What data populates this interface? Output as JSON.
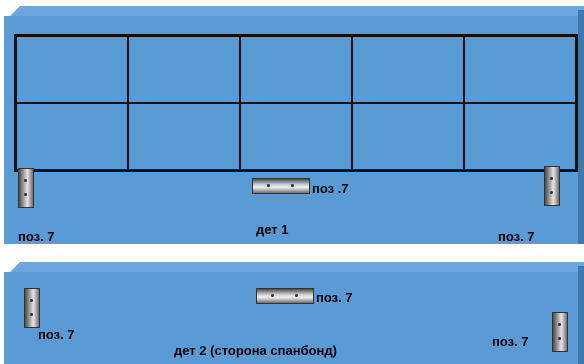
{
  "part1": {
    "grid_rows": 2,
    "grid_cols": 5,
    "label_center": "дет 1",
    "label_left": "поз. 7",
    "label_right": "поз. 7",
    "label_bracket_center": "поз .7"
  },
  "part2": {
    "label_center": "дет 2  (сторона спанбонд)",
    "label_left": "поз. 7",
    "label_right": "поз. 7",
    "label_bracket_center": "поз. 7"
  },
  "colors": {
    "panel": "#5b9bd5",
    "panel_side": "#3f78b0",
    "grid_lines": "#111111"
  }
}
